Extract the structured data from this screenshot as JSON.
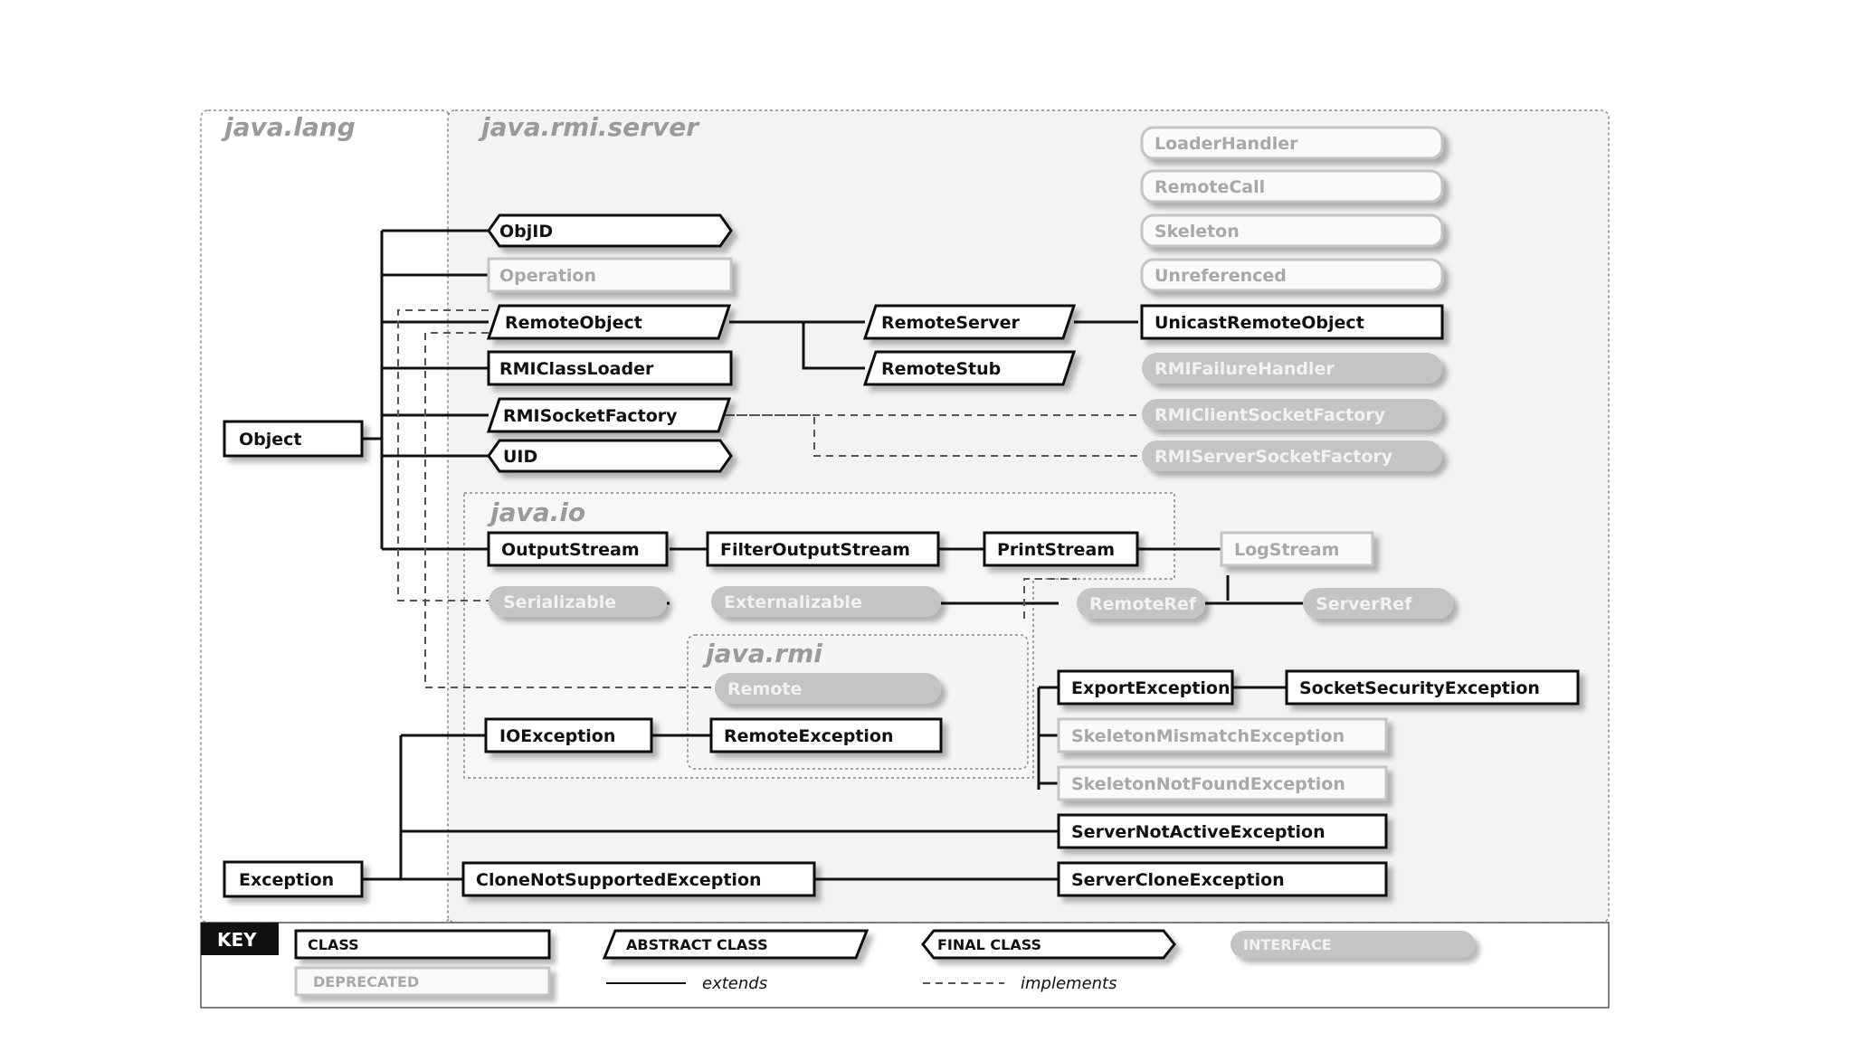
{
  "packages": {
    "java_lang": "java.lang",
    "java_rmi_server": "java.rmi.server",
    "java_io": "java.io",
    "java_rmi": "java.rmi"
  },
  "classes": {
    "object": "Object",
    "exception": "Exception",
    "objid": "ObjID",
    "operation": "Operation",
    "remote_object": "RemoteObject",
    "rmi_class_loader": "RMIClassLoader",
    "rmi_socket_factory": "RMISocketFactory",
    "uid": "UID",
    "remote_server": "RemoteServer",
    "remote_stub": "RemoteStub",
    "unicast_remote_object": "UnicastRemoteObject",
    "loader_handler": "LoaderHandler",
    "remote_call": "RemoteCall",
    "skeleton": "Skeleton",
    "unreferenced": "Unreferenced",
    "rmi_failure_handler": "RMIFailureHandler",
    "rmi_client_socket_factory": "RMIClientSocketFactory",
    "rmi_server_socket_factory": "RMIServerSocketFactory",
    "output_stream": "OutputStream",
    "filter_output_stream": "FilterOutputStream",
    "print_stream": "PrintStream",
    "log_stream": "LogStream",
    "serializable": "Serializable",
    "externalizable": "Externalizable",
    "remote_ref": "RemoteRef",
    "server_ref": "ServerRef",
    "remote": "Remote",
    "io_exception": "IOException",
    "remote_exception": "RemoteException",
    "export_exception": "ExportException",
    "socket_security_exception": "SocketSecurityException",
    "skeleton_mismatch_exception": "SkeletonMismatchException",
    "skeleton_not_found_exception": "SkeletonNotFoundException",
    "server_not_active_exception": "ServerNotActiveException",
    "clone_not_supported_exception": "CloneNotSupportedException",
    "server_clone_exception": "ServerCloneException"
  },
  "key": {
    "title": "KEY",
    "class": "CLASS",
    "abstract_class": "ABSTRACT CLASS",
    "final_class": "FINAL CLASS",
    "interface": "INTERFACE",
    "deprecated": "DEPRECATED",
    "extends": "extends",
    "implements": "implements"
  },
  "colors": {
    "line": "#111111",
    "deprecated_text": "#a8a8a8",
    "interface_fill": "#c4c4c4",
    "interface_text": "#f2f2f2",
    "package_bg": "#f3f3f3",
    "package_border": "#888888"
  }
}
